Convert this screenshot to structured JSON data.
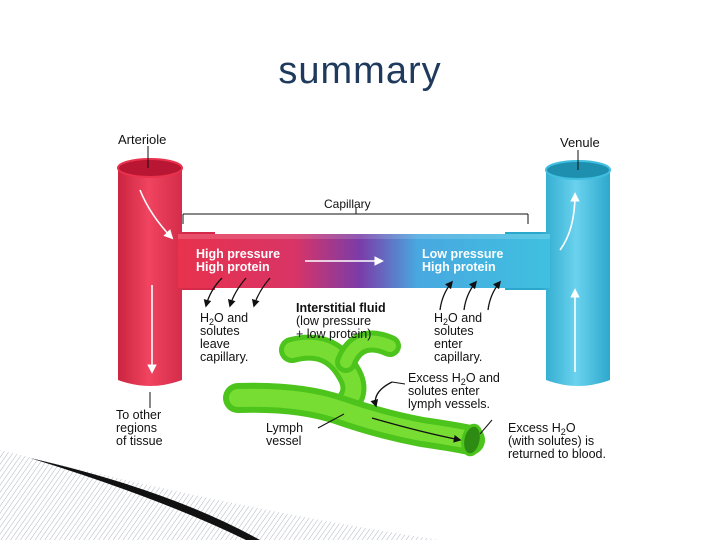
{
  "slide": {
    "title": "summary"
  },
  "diagram": {
    "arteriole": "Arteriole",
    "venule": "Venule",
    "capillary": "Capillary",
    "arterial_end": [
      "High pressure",
      "High protein"
    ],
    "venous_end": [
      "Low pressure",
      "High protein"
    ],
    "interstitial": {
      "heading": "Interstitial fluid",
      "lines": [
        "(low pressure",
        "+ low protein)"
      ]
    },
    "leave": {
      "formula": [
        "H",
        "2",
        "O and"
      ],
      "lines": [
        "solutes",
        "leave",
        "capillary."
      ]
    },
    "enter": {
      "formula": [
        "H",
        "2",
        "O and"
      ],
      "lines": [
        "solutes",
        "enter",
        "capillary."
      ]
    },
    "excess_lymph": {
      "formula": [
        "Excess H",
        "2",
        "O and"
      ],
      "lines": [
        "solutes enter",
        "lymph vessels."
      ]
    },
    "excess_return": {
      "formula": [
        "Excess H",
        "2",
        "O"
      ],
      "lines": [
        "(with solutes) is",
        "returned to blood."
      ]
    },
    "other_regions": [
      "To other",
      "regions",
      "of tissue"
    ],
    "lymph_vessel": [
      "Lymph",
      "vessel"
    ]
  },
  "colors": {
    "title": "#1f3a5c",
    "arterial": "#e8324e",
    "venous": "#40bfe0",
    "transition": "#7a3ca8",
    "lymph": "#6fdc2a"
  }
}
